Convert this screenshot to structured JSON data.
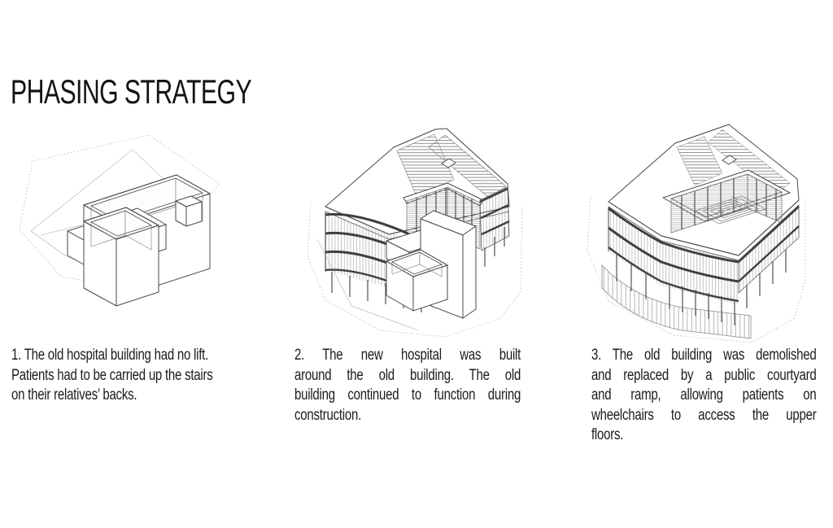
{
  "header": {
    "title": "PHASING STRATEGY"
  },
  "phases": [
    {
      "drawing_alt": "Axonometric line sketch of the old hospital: plain rectangular roofless volumes standing on the dotted site outline",
      "caption_lines": [
        "1. The old hospital building had no lift.",
        "Patients had to be carried up the stairs",
        "on their relatives’ backs."
      ]
    },
    {
      "drawing_alt": "Axonometric line sketch of the new V-shaped hospital with louvred roof and banded facades wrapping around the old building volumes",
      "caption_lines": [
        "2. The new hospital was built",
        "around the old building. The old",
        "building continued to function during",
        "construction."
      ]
    },
    {
      "drawing_alt": "Axonometric line sketch of the completed hospital ring with central courtyard, spiral ramp and striped facades",
      "caption_lines": [
        "3. The old building was demolished",
        "and replaced by a public courtyard",
        "and ramp, allowing patients on",
        "wheelchairs to access the upper",
        "floors."
      ]
    }
  ],
  "colors": {
    "background": "#ffffff",
    "text": "#1c1c1c",
    "line_dark": "#4a4a4a",
    "line_light": "#c2c2c2",
    "hatch": "#9a9a9a"
  }
}
